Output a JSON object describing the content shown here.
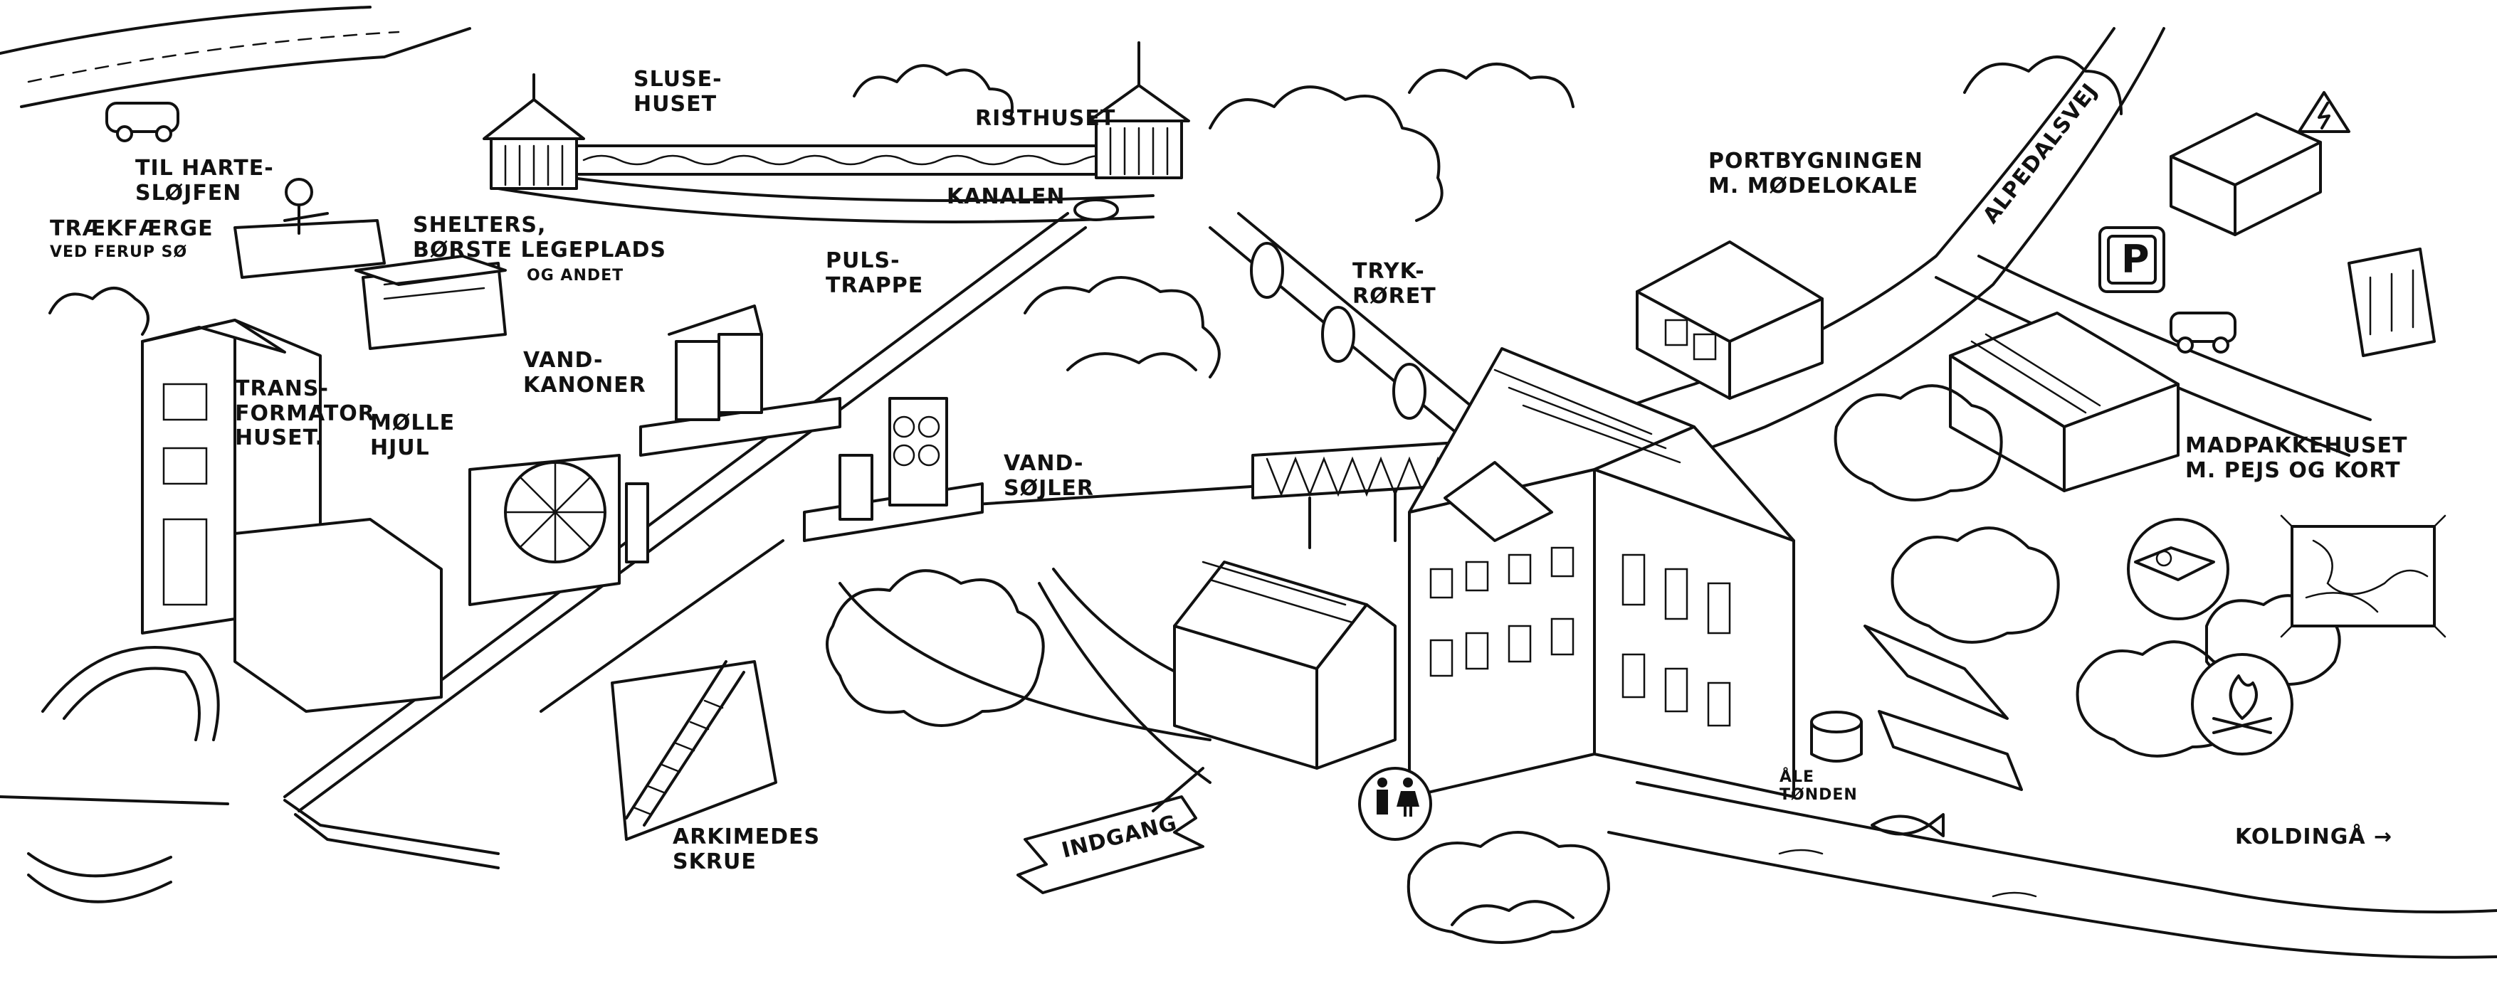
{
  "labels": {
    "til_harte": "TIL HARTE-\nSLØJFEN",
    "traekfaerge": "TRÆKFÆRGE",
    "traekfaerge_sub": "VED FERUP SØ",
    "shelters": "SHELTERS,\nBØRSTE LEGEPLADS",
    "shelters_sub": "OG ANDET",
    "sluse": "SLUSE-\nHUSET",
    "risthuset": "RISTHUSET",
    "kanalen": "KANALEN",
    "puls": "PULS-\nTRAPPE",
    "vandkanoner": "VAND-\nKANONER",
    "transformator": "TRANS-\nFORMATOR\nHUSET.",
    "molle": "MØLLE\nHJUL",
    "vandsojler": "VAND-\nSØJLER",
    "tryk": "TRYK-\nRØRET",
    "arkimedes": "ARKIMEDES\nSKRUE",
    "indgang": "INDGANG",
    "portbygningen": "PORTBYGNINGEN\nM. MØDELOKALE",
    "alpedalsvej": "ALPEDALSVEJ",
    "madpakke": "MADPAKKEHUSET\nM. PEJS OG KORT",
    "ale": "ÅLE\nTØNDEN",
    "koldinga": "KOLDINGÅ →"
  },
  "icons": {
    "parking": "P",
    "danger": "lightning-warning",
    "toilet": "toilet-people",
    "campfire": "campfire",
    "map": "map-board"
  },
  "colors": {
    "ink": "#111111",
    "paper": "#ffffff"
  }
}
